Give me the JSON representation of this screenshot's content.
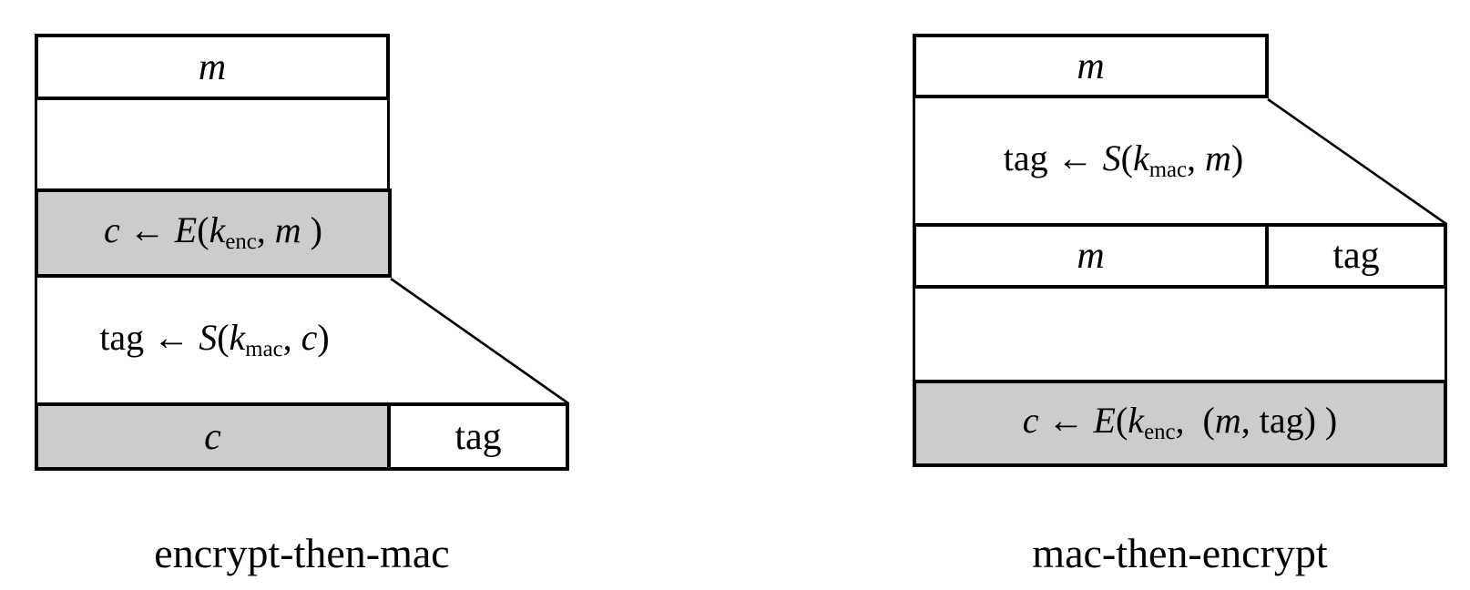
{
  "colors": {
    "fill_gray": "#cccccc",
    "line": "#000000",
    "background": "#ffffff"
  },
  "diagrams": [
    {
      "id": "encrypt-then-mac",
      "caption": "encrypt-then-mac",
      "labels": {
        "message": [
          {
            "t": "m",
            "s": "it"
          }
        ],
        "ciphertext": [
          {
            "t": "c",
            "s": "it"
          }
        ],
        "tag": [
          {
            "t": "tag",
            "s": "rm"
          }
        ]
      },
      "formulas": {
        "encrypt": [
          {
            "t": "c",
            "s": "it"
          },
          {
            "t": " ← ",
            "s": "rm"
          },
          {
            "t": "E",
            "s": "it"
          },
          {
            "t": "(",
            "s": "rm"
          },
          {
            "t": "k",
            "s": "it"
          },
          {
            "t": "enc",
            "s": "sub"
          },
          {
            "t": ", ",
            "s": "rm"
          },
          {
            "t": "m",
            "s": "it"
          },
          {
            "t": " )",
            "s": "rm"
          }
        ],
        "mac": [
          {
            "t": "tag",
            "s": "rm"
          },
          {
            "t": " ← ",
            "s": "rm"
          },
          {
            "t": "S",
            "s": "it"
          },
          {
            "t": "(",
            "s": "rm"
          },
          {
            "t": "k",
            "s": "it"
          },
          {
            "t": "mac",
            "s": "sub"
          },
          {
            "t": ", ",
            "s": "rm"
          },
          {
            "t": "c",
            "s": "it"
          },
          {
            "t": ")",
            "s": "rm"
          }
        ]
      }
    },
    {
      "id": "mac-then-encrypt",
      "caption": "mac-then-encrypt",
      "labels": {
        "message": [
          {
            "t": "m",
            "s": "it"
          }
        ],
        "row_message": [
          {
            "t": "m",
            "s": "it"
          }
        ],
        "row_tag": [
          {
            "t": "tag",
            "s": "rm"
          }
        ]
      },
      "formulas": {
        "mac": [
          {
            "t": "tag",
            "s": "rm"
          },
          {
            "t": " ← ",
            "s": "rm"
          },
          {
            "t": "S",
            "s": "it"
          },
          {
            "t": "(",
            "s": "rm"
          },
          {
            "t": "k",
            "s": "it"
          },
          {
            "t": "mac",
            "s": "sub"
          },
          {
            "t": ", ",
            "s": "rm"
          },
          {
            "t": "m",
            "s": "it"
          },
          {
            "t": ")",
            "s": "rm"
          }
        ],
        "encrypt": [
          {
            "t": "c",
            "s": "it"
          },
          {
            "t": " ← ",
            "s": "rm"
          },
          {
            "t": "E",
            "s": "it"
          },
          {
            "t": "(",
            "s": "rm"
          },
          {
            "t": "k",
            "s": "it"
          },
          {
            "t": "enc",
            "s": "sub"
          },
          {
            "t": ",  (",
            "s": "rm"
          },
          {
            "t": "m",
            "s": "it"
          },
          {
            "t": ", tag) )",
            "s": "rm"
          }
        ]
      }
    }
  ]
}
